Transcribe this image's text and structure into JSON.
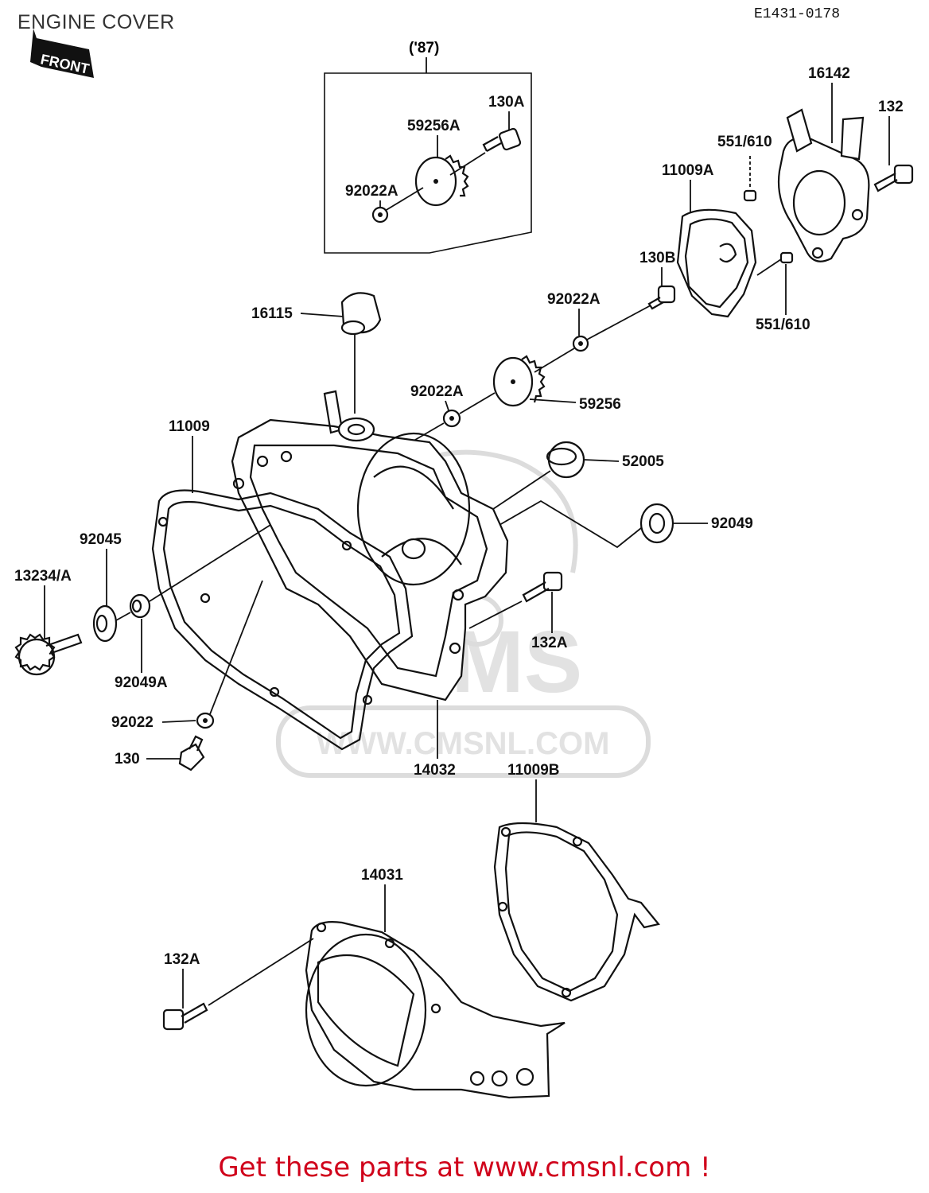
{
  "header": {
    "title": "ENGINE COVER",
    "drawing_code": "E1431-0178",
    "front_mark": "FRONT"
  },
  "diagram": {
    "variant_label": "('87)",
    "watermark": {
      "logo_text": "CMS",
      "url_text": "WWW.CMSNL.COM"
    },
    "callouts": [
      {
        "id": "p130a",
        "label": "130A"
      },
      {
        "id": "p59256a",
        "label": "59256A"
      },
      {
        "id": "p92022a_top",
        "label": "92022A"
      },
      {
        "id": "p16142",
        "label": "16142"
      },
      {
        "id": "p132",
        "label": "132"
      },
      {
        "id": "p551_610_top",
        "label": "551/610"
      },
      {
        "id": "p11009a",
        "label": "11009A"
      },
      {
        "id": "p130b",
        "label": "130B"
      },
      {
        "id": "p551_610_bottom",
        "label": "551/610"
      },
      {
        "id": "p16115",
        "label": "16115"
      },
      {
        "id": "p92022a_mid",
        "label": "92022A"
      },
      {
        "id": "p92022a_low",
        "label": "92022A"
      },
      {
        "id": "p59256",
        "label": "59256"
      },
      {
        "id": "p11009",
        "label": "11009"
      },
      {
        "id": "p52005",
        "label": "52005"
      },
      {
        "id": "p92049",
        "label": "92049"
      },
      {
        "id": "p92045",
        "label": "92045"
      },
      {
        "id": "p13234a",
        "label": "13234/A"
      },
      {
        "id": "p92049a",
        "label": "92049A"
      },
      {
        "id": "p132a_mid",
        "label": "132A"
      },
      {
        "id": "p92022",
        "label": "92022"
      },
      {
        "id": "p130",
        "label": "130"
      },
      {
        "id": "p14032",
        "label": "14032"
      },
      {
        "id": "p11009b",
        "label": "11009B"
      },
      {
        "id": "p14031",
        "label": "14031"
      },
      {
        "id": "p132a_low",
        "label": "132A"
      }
    ]
  },
  "footer": {
    "link_text": "Get these parts at www.cmsnl.com !"
  }
}
